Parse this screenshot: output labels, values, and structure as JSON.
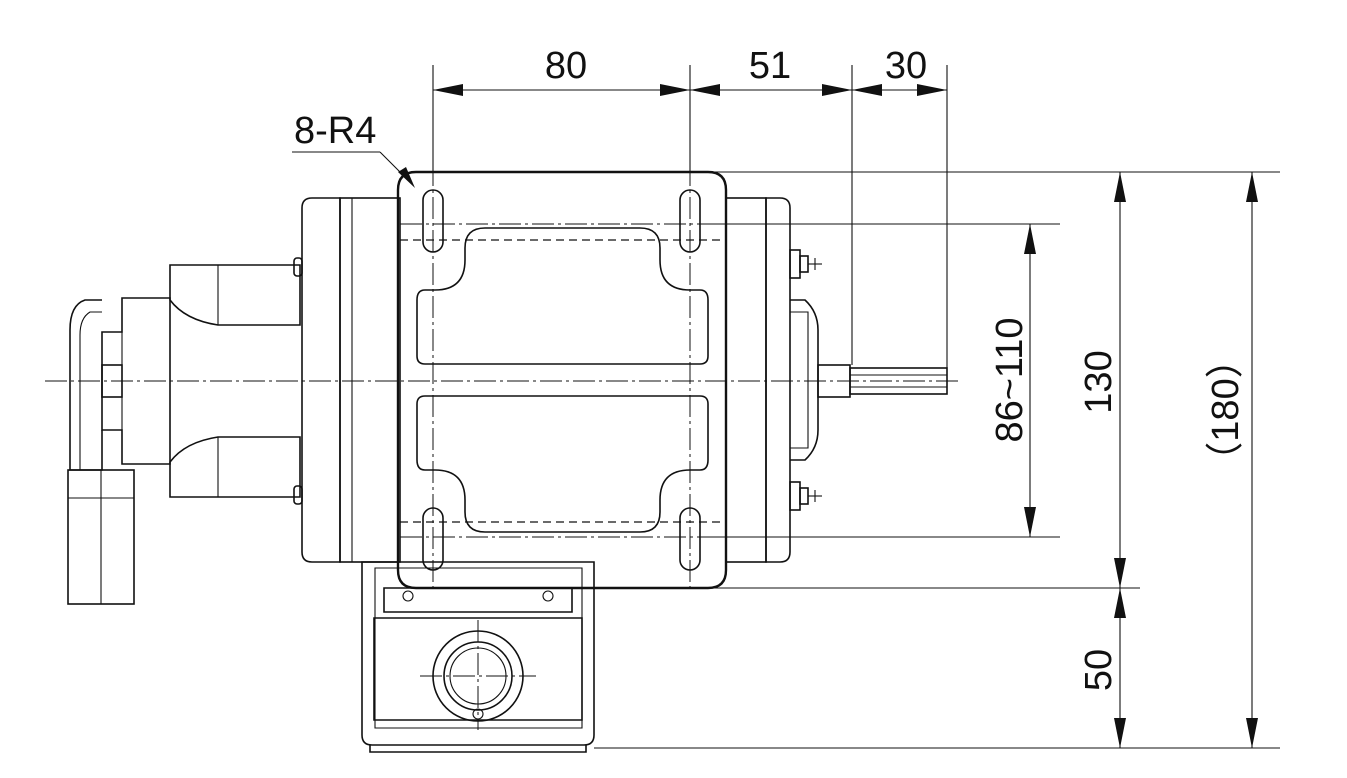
{
  "drawing": {
    "dimensions": {
      "width_80": "80",
      "width_51": "51",
      "width_30": "30",
      "radius_note": "8-R4",
      "height_range": "86~110",
      "height_130": "130",
      "height_180": "（180）",
      "height_50": "50"
    },
    "colors": {
      "line": "#111111",
      "background": "#ffffff"
    }
  }
}
